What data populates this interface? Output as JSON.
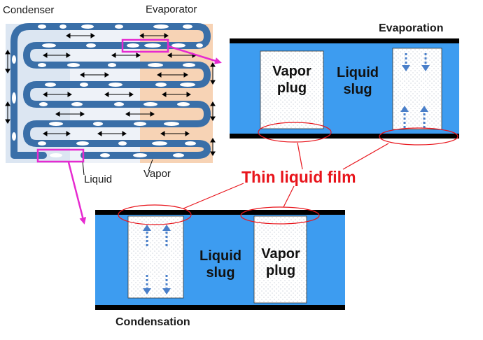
{
  "overview": {
    "condenser_label": "Condenser",
    "evaporator_label": "Evaporator",
    "liquid_label": "Liquid",
    "vapor_label": "Vapor"
  },
  "evaporation_panel": {
    "title": "Evaporation",
    "vapor_plug": "Vapor plug",
    "liquid_slug": "Liquid slug"
  },
  "condensation_panel": {
    "title": "Condensation",
    "vapor_plug": "Vapor plug",
    "liquid_slug": "Liquid slug"
  },
  "annotation": {
    "thin_film": "Thin liquid film"
  },
  "colors": {
    "liquid": "#3d9cf0",
    "wall": "#000000",
    "tube": "#3a6fa8",
    "condenser_zone": "#dce6f2",
    "evaporator_zone": "#f7d3b5",
    "highlight": "#e62ad0",
    "annotation": "#e8141b",
    "flow_arrow": "#4a7fc9"
  }
}
